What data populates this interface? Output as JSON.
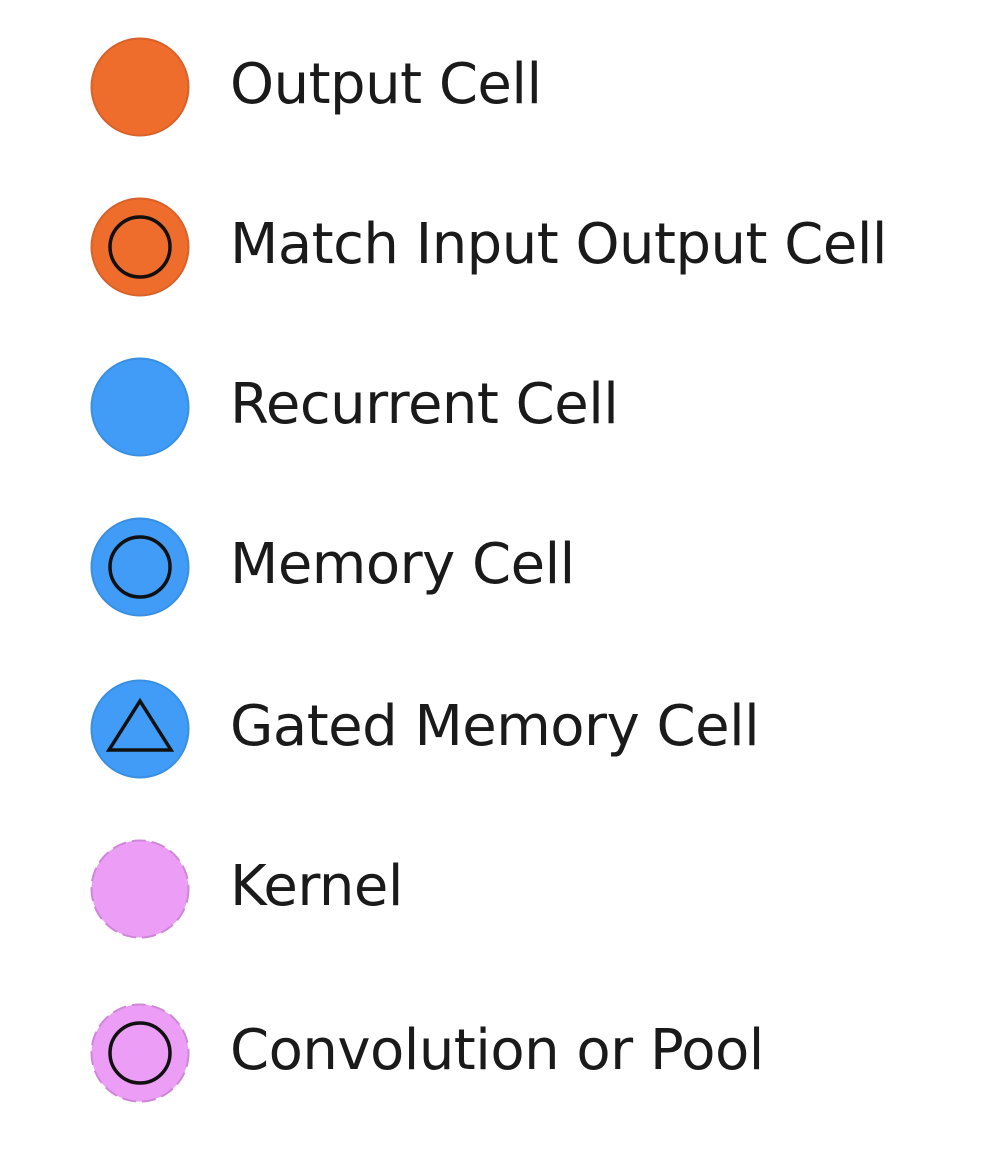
{
  "legend": {
    "items": [
      {
        "label": "Output Cell",
        "fill": "#ee6d2c",
        "stroke": "#d9612a",
        "symbol": "none",
        "stroke_style": "solid"
      },
      {
        "label": "Match Input Output Cell",
        "fill": "#ee6d2c",
        "stroke": "#d9612a",
        "symbol": "circle",
        "stroke_style": "solid"
      },
      {
        "label": "Recurrent Cell",
        "fill": "#409cf7",
        "stroke": "#3a8fe0",
        "symbol": "none",
        "stroke_style": "solid"
      },
      {
        "label": "Memory Cell",
        "fill": "#409cf7",
        "stroke": "#3a8fe0",
        "symbol": "circle",
        "stroke_style": "solid"
      },
      {
        "label": "Gated Memory Cell",
        "fill": "#409cf7",
        "stroke": "#3a8fe0",
        "symbol": "triangle",
        "stroke_style": "solid"
      },
      {
        "label": "Kernel",
        "fill": "#ec9ef6",
        "stroke": "#cf86d8",
        "symbol": "none",
        "stroke_style": "dashed"
      },
      {
        "label": "Convolution or Pool",
        "fill": "#ec9ef6",
        "stroke": "#cf86d8",
        "symbol": "circle",
        "stroke_style": "dashed"
      }
    ]
  }
}
